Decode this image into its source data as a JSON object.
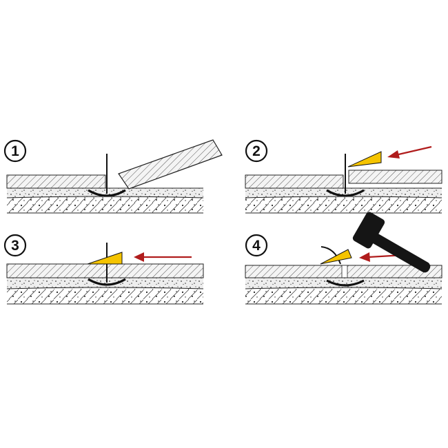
{
  "colors": {
    "background": "#ffffff",
    "line": "#1a1a1a",
    "layer_fill": "#f4f4f4",
    "bed_fill": "#eeeeee",
    "wedge": "#f5c400",
    "arrow": "#b01c1c",
    "hammer": "#151515"
  },
  "steps": [
    {
      "label": "1",
      "elements": [
        "leveling-clip",
        "tile-being-laid"
      ]
    },
    {
      "label": "2",
      "elements": [
        "leveling-clip",
        "wedge",
        "push-arrow"
      ]
    },
    {
      "label": "3",
      "elements": [
        "leveling-clip",
        "wedge",
        "push-arrow"
      ]
    },
    {
      "label": "4",
      "elements": [
        "broken-clip",
        "wedge",
        "push-arrow",
        "hammer-icon"
      ]
    }
  ]
}
